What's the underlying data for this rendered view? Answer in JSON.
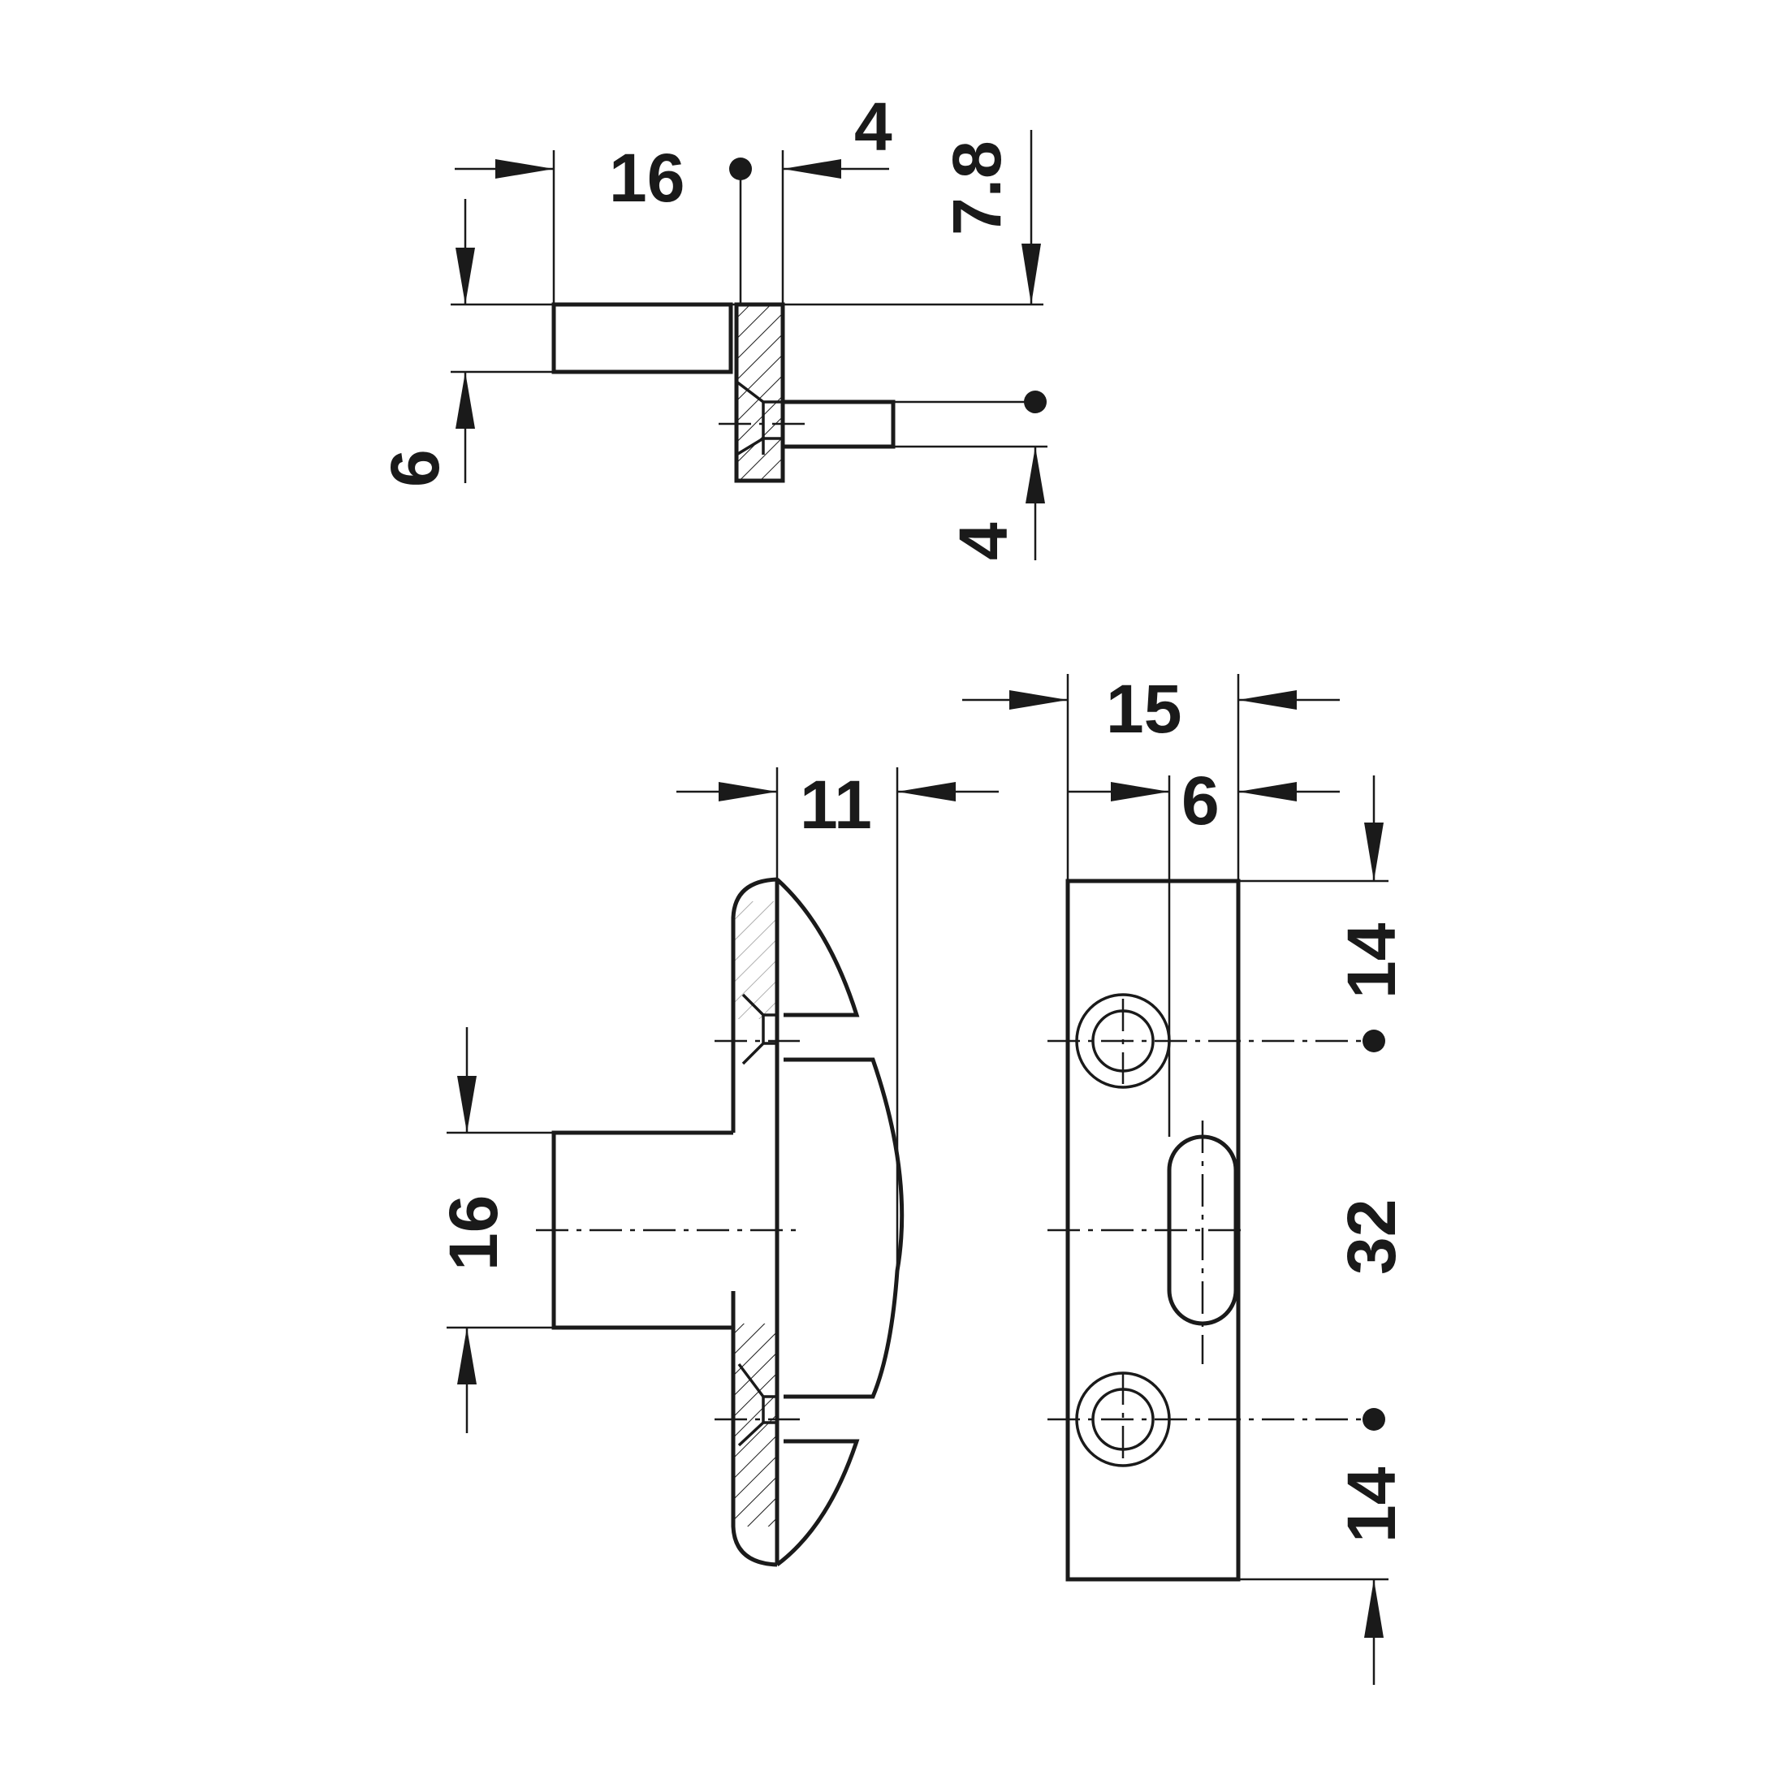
{
  "top_view": {
    "dims": {
      "width_16": "16",
      "offset_4": "4",
      "height_7_8": "7.8",
      "thickness_6": "6",
      "pin_4": "4"
    }
  },
  "side_view": {
    "dims": {
      "depth_11": "11",
      "height_16": "16"
    }
  },
  "front_view": {
    "dims": {
      "width_15": "15",
      "offset_6": "6",
      "top_14": "14",
      "spacing_32": "32",
      "bottom_14": "14"
    }
  },
  "colors": {
    "line": "#1a1a1a",
    "background": "#ffffff"
  }
}
